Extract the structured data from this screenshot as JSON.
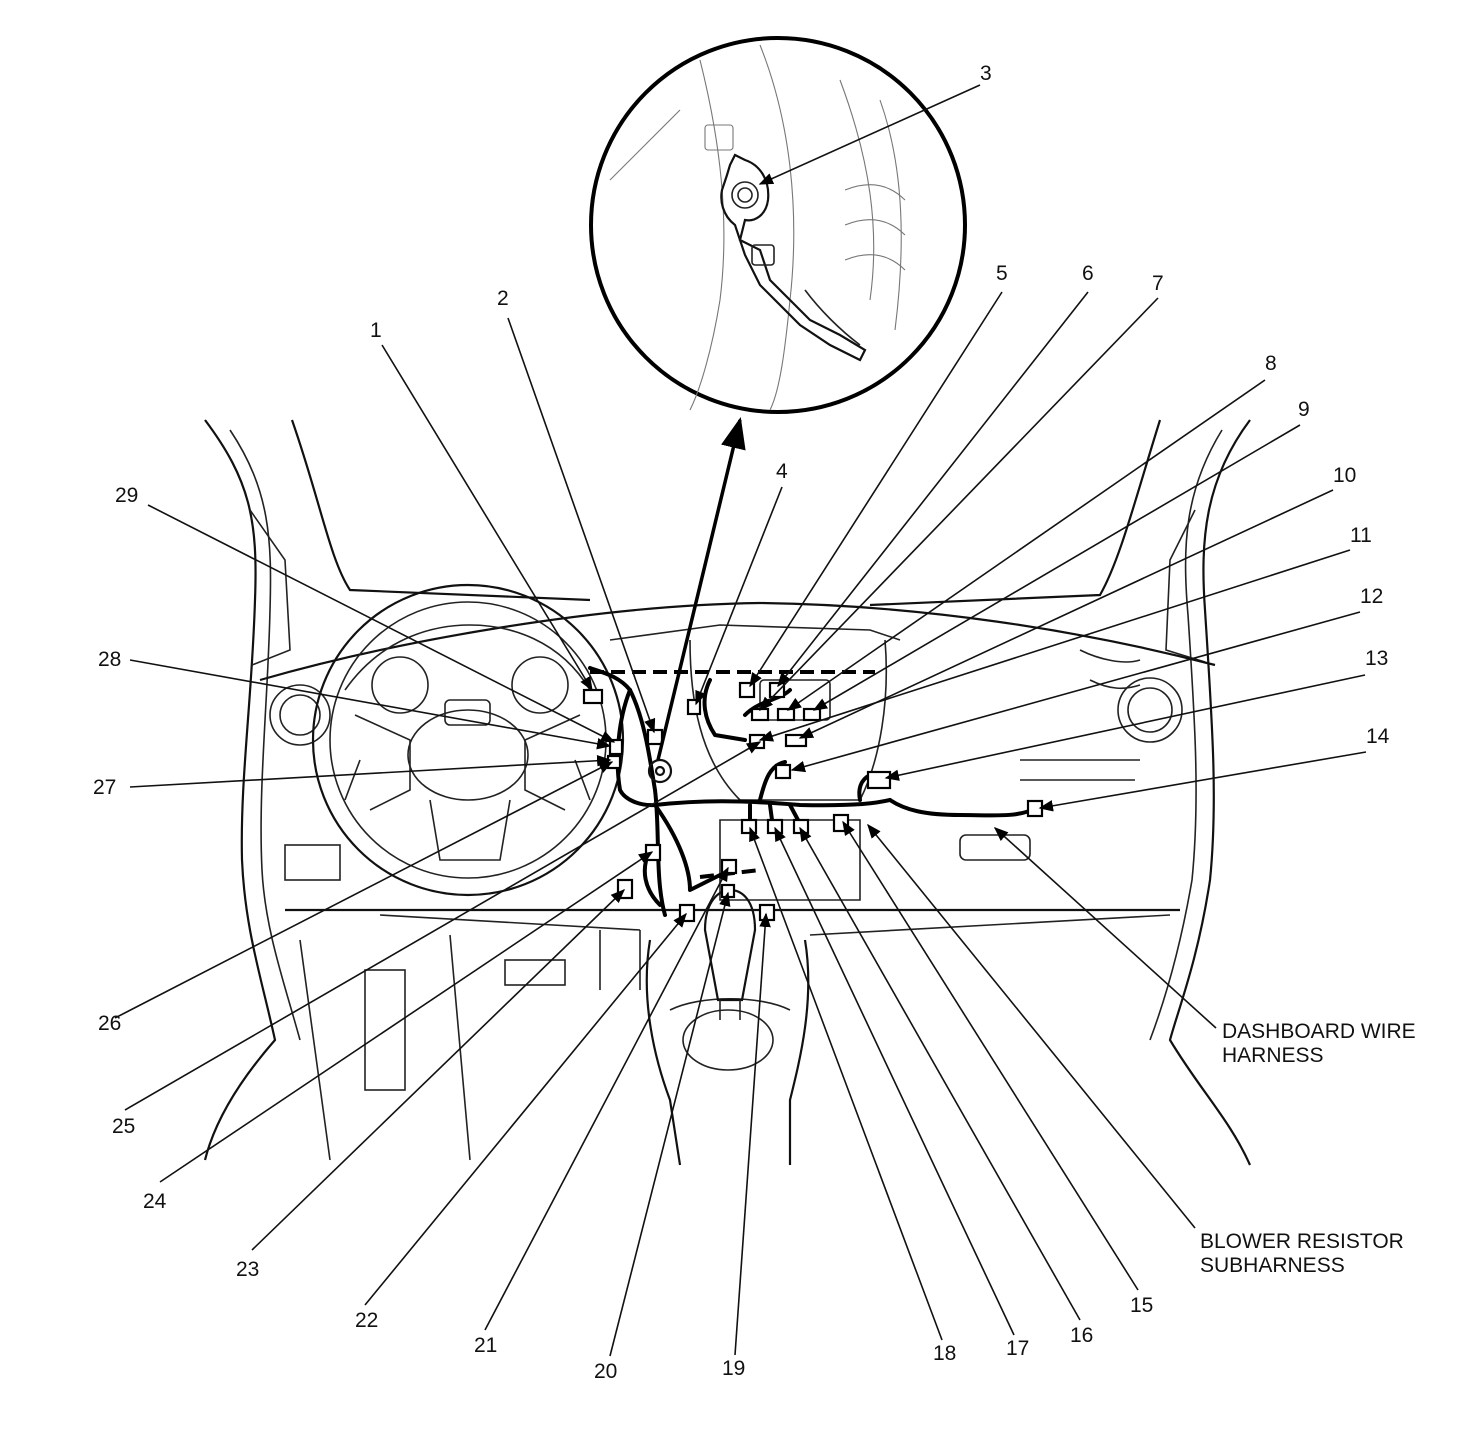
{
  "callouts": [
    "1",
    "2",
    "3",
    "4",
    "5",
    "6",
    "7",
    "8",
    "9",
    "10",
    "11",
    "12",
    "13",
    "14",
    "15",
    "16",
    "17",
    "18",
    "19",
    "20",
    "21",
    "22",
    "23",
    "24",
    "25",
    "26",
    "27",
    "28",
    "29"
  ],
  "harness_labels": {
    "dashboard": [
      "DASHBOARD WIRE",
      "HARNESS"
    ],
    "blower": [
      "BLOWER RESISTOR",
      "SUBHARNESS"
    ]
  },
  "colors": {
    "line": "#000000",
    "background": "#ffffff"
  }
}
